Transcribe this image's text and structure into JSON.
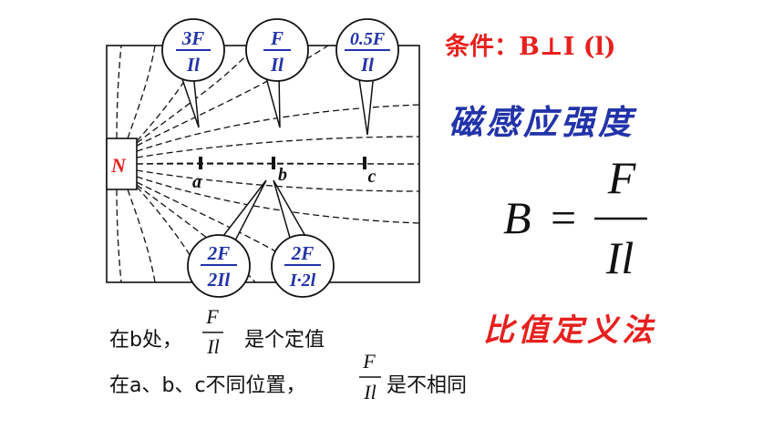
{
  "diagram": {
    "magnet_label": "N",
    "points": [
      {
        "key": "a",
        "label": "a"
      },
      {
        "key": "b",
        "label": "b"
      },
      {
        "key": "c",
        "label": "c"
      }
    ],
    "top_bubbles": [
      {
        "num": "3F",
        "den": "Il"
      },
      {
        "num": "F",
        "den": "Il"
      },
      {
        "num": "0.5F",
        "den": "Il"
      }
    ],
    "bottom_bubbles": [
      {
        "num": "2F",
        "den": "2Il"
      },
      {
        "num": "2F",
        "den": "I·2l"
      }
    ]
  },
  "right": {
    "condition": "条件：B⊥I (l)",
    "title": "磁感应强度",
    "formula": {
      "lhs": "B",
      "eq": "=",
      "num": "F",
      "den": "Il"
    },
    "method": "比值定义法"
  },
  "bottom": {
    "line1": {
      "prefix": "在b处，",
      "frac_num": "F",
      "frac_den": "Il",
      "suffix": "是个定值"
    },
    "line2": {
      "prefix": "在a、b、c不同位置，",
      "frac_num": "F",
      "frac_den": "Il",
      "suffix": "是不相同"
    }
  },
  "colors": {
    "red": "#e8201e",
    "blue": "#2233aa",
    "black": "#111111"
  }
}
